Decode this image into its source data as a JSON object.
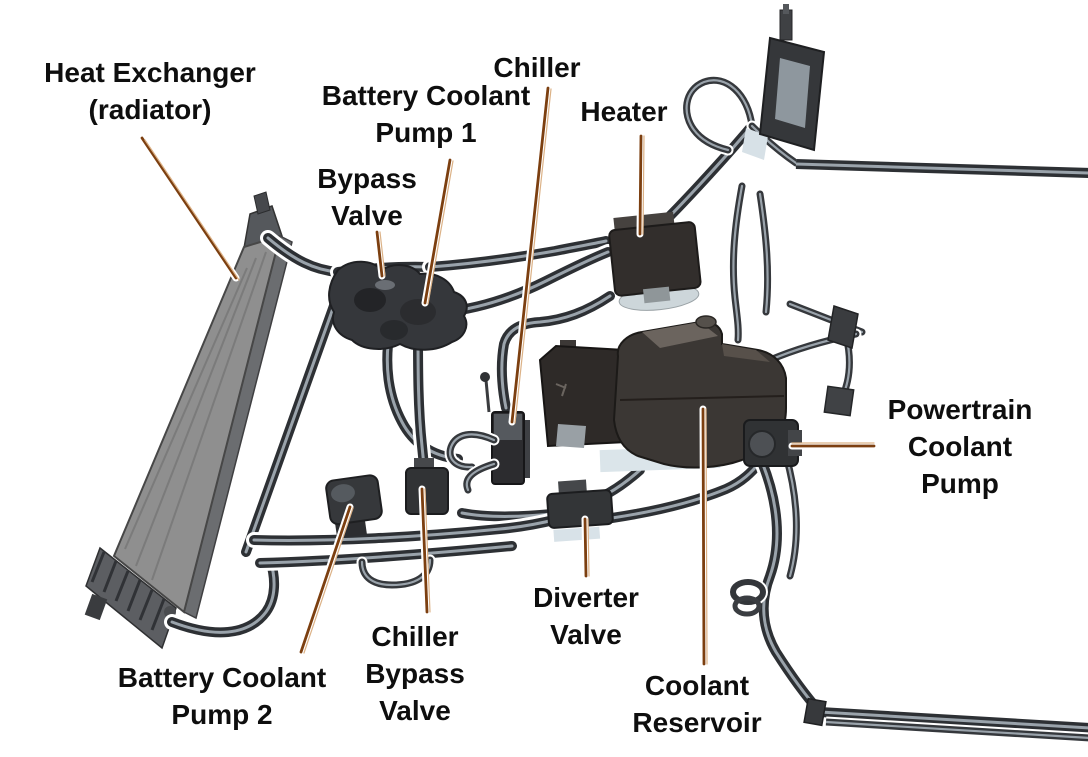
{
  "diagram": {
    "type": "labeled-component-diagram",
    "subject": "Vehicle thermal management cooling system",
    "background_color": "#ffffff",
    "label_text_color": "#0e0e0e",
    "leader_line_color": "#7c3f10",
    "labels": [
      {
        "id": "heat-exchanger",
        "lines": [
          "Heat Exchanger",
          "(radiator)"
        ]
      },
      {
        "id": "battery-coolant-pump-1",
        "lines": [
          "Battery Coolant",
          "Pump 1"
        ]
      },
      {
        "id": "bypass-valve",
        "lines": [
          "Bypass",
          "Valve"
        ]
      },
      {
        "id": "chiller",
        "lines": [
          "Chiller"
        ]
      },
      {
        "id": "heater",
        "lines": [
          "Heater"
        ]
      },
      {
        "id": "powertrain-coolant-pump",
        "lines": [
          "Powertrain",
          "Coolant",
          "Pump"
        ]
      },
      {
        "id": "battery-coolant-pump-2",
        "lines": [
          "Battery Coolant",
          "Pump 2"
        ]
      },
      {
        "id": "chiller-bypass-valve",
        "lines": [
          "Chiller",
          "Bypass",
          "Valve"
        ]
      },
      {
        "id": "diverter-valve",
        "lines": [
          "Diverter",
          "Valve"
        ]
      },
      {
        "id": "coolant-reservoir",
        "lines": [
          "Coolant",
          "Reservoir"
        ]
      }
    ]
  }
}
